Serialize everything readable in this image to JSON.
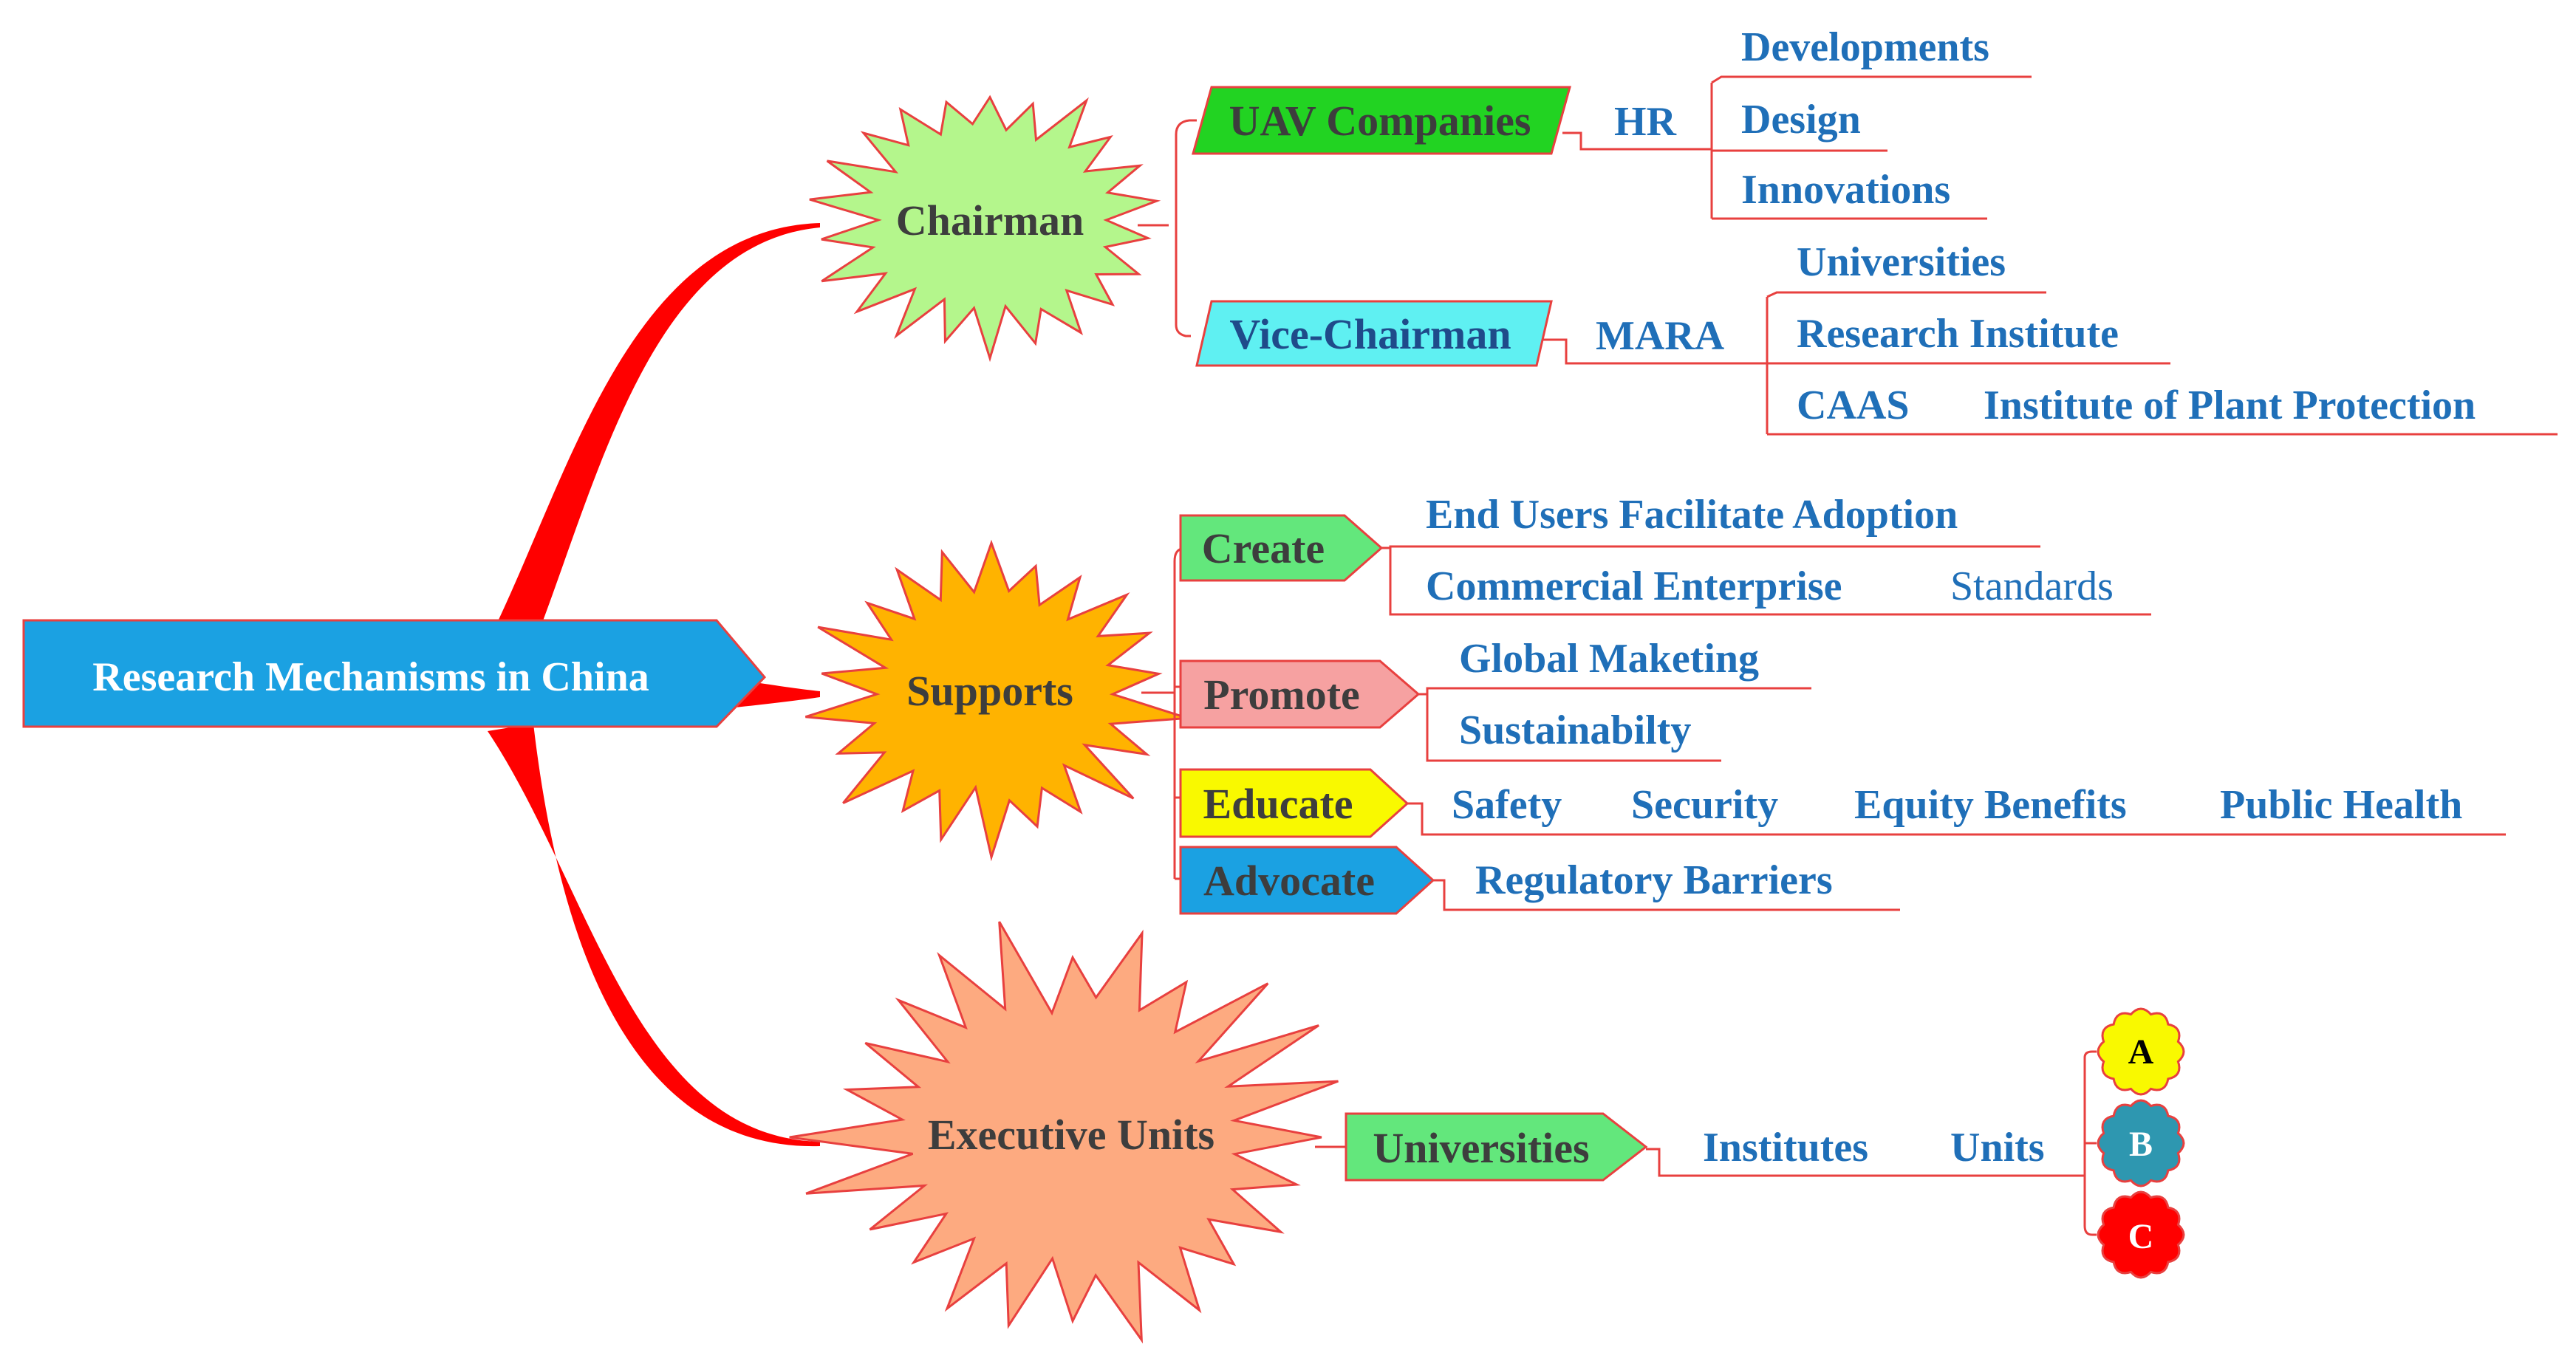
{
  "colors": {
    "connector": "#ff0000",
    "text_blue": "#1f6fb8",
    "root_fill": "#1ba1e2",
    "chairman_fill": "#b4f68c",
    "supports_fill": "#ffb300",
    "executive_fill": "#fdaa80",
    "uav_fill": "#22d322",
    "vice_fill": "#5ff0f2",
    "create_fill": "#63e77c",
    "promote_fill": "#f6a1a1",
    "educate_fill": "#f9f900",
    "advocate_fill": "#1ba1e2",
    "universities_fill": "#63e77c",
    "circle_a": "#f9f900",
    "circle_b": "#2e97b0",
    "circle_c": "#ff0000"
  },
  "root": {
    "label": "Research Mechanisms in China"
  },
  "chairman": {
    "label": "Chairman",
    "uav": {
      "label": "UAV Companies",
      "hr": "HR",
      "items": [
        "Developments",
        "Design",
        "Innovations"
      ]
    },
    "vice": {
      "label": "Vice-Chairman",
      "mara": "MARA",
      "items": [
        "Universities",
        "Research Institute"
      ],
      "caas": "CAAS",
      "caas_sub": "Institute of Plant Protection"
    }
  },
  "supports": {
    "label": "Supports",
    "create": {
      "label": "Create",
      "items": [
        "End Users Facilitate Adoption",
        "Commercial Enterprise"
      ],
      "standards": "Standards"
    },
    "promote": {
      "label": "Promote",
      "items": [
        "Global Maketing",
        "Sustainabilty"
      ]
    },
    "educate": {
      "label": "Educate",
      "items": [
        "Safety",
        "Security",
        "Equity Benefits",
        "Public Health"
      ]
    },
    "advocate": {
      "label": "Advocate",
      "items": [
        "Regulatory Barriers"
      ]
    }
  },
  "executive": {
    "label": "Executive Units",
    "universities": "Universities",
    "institutes": "Institutes",
    "units": "Units",
    "circles": [
      "A",
      "B",
      "C"
    ]
  }
}
